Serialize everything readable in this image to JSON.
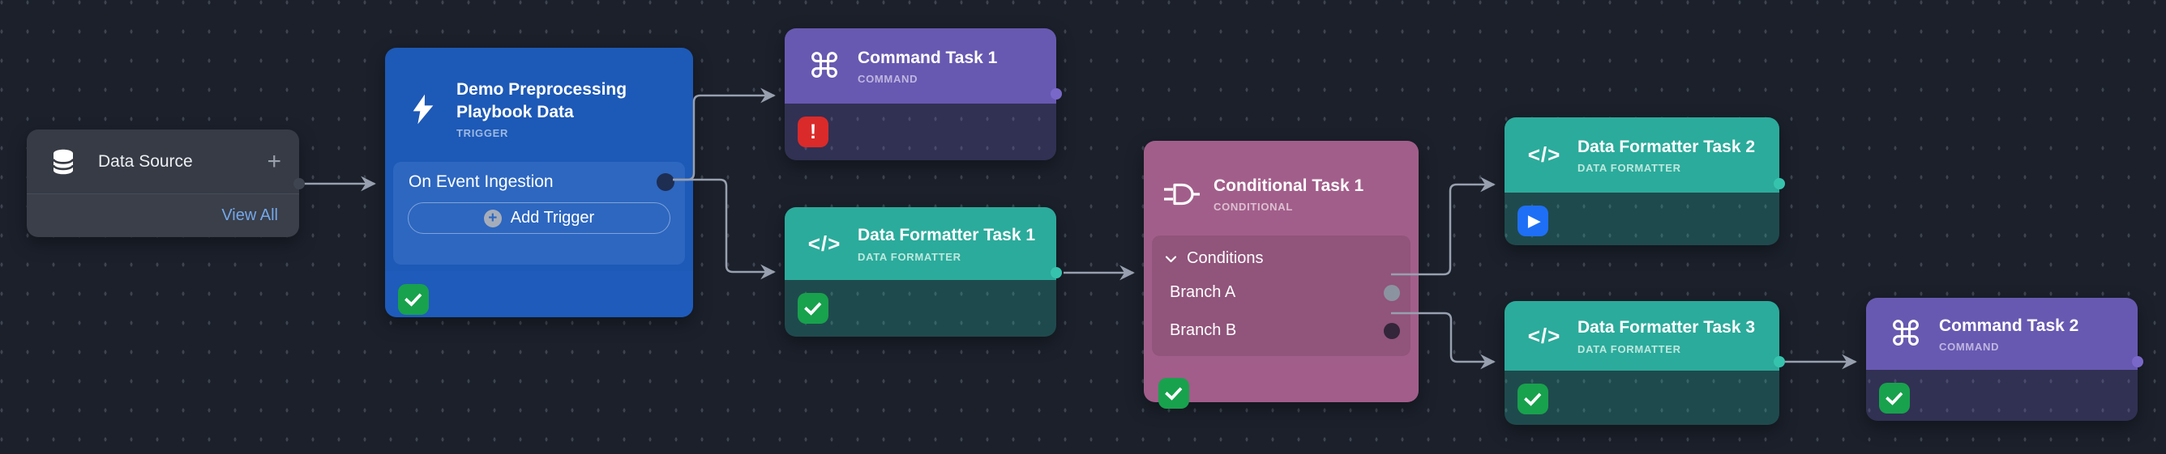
{
  "nodes": {
    "data_source": {
      "title": "Data Source",
      "add_label": "+",
      "view_all_label": "View All"
    },
    "trigger": {
      "title": "Demo Preprocessing Playbook Data",
      "type": "TRIGGER",
      "event_label": "On Event Ingestion",
      "add_trigger_label": "Add Trigger",
      "add_trigger_plus": "+",
      "status": "success"
    },
    "command_1": {
      "title": "Command Task 1",
      "type": "COMMAND",
      "icon_glyph": "⌘",
      "status": "error"
    },
    "formatter_1": {
      "title": "Data Formatter Task 1",
      "type": "DATA FORMATTER",
      "icon_glyph": "</>",
      "status": "success"
    },
    "conditional_1": {
      "title": "Conditional Task 1",
      "type": "CONDITIONAL",
      "conditions_label": "Conditions",
      "branches": [
        "Branch A",
        "Branch B"
      ],
      "status": "success"
    },
    "formatter_2": {
      "title": "Data Formatter Task 2",
      "type": "DATA FORMATTER",
      "icon_glyph": "</>",
      "status": "running"
    },
    "formatter_3": {
      "title": "Data Formatter Task 3",
      "type": "DATA FORMATTER",
      "icon_glyph": "</>",
      "status": "success"
    },
    "command_2": {
      "title": "Command Task 2",
      "type": "COMMAND",
      "icon_glyph": "⌘",
      "status": "success"
    }
  },
  "colors": {
    "canvas_bg": "#1b202b",
    "trigger_blue": "#1d59b6",
    "command_purple": "#6759b1",
    "formatter_teal": "#2bab9b",
    "conditional_mauve": "#a25e8a",
    "success_green": "#18a24d",
    "error_red": "#da2a2a",
    "running_blue": "#1e6ff5",
    "wire_gray": "#98a0af",
    "link_blue": "#74a7e9"
  }
}
